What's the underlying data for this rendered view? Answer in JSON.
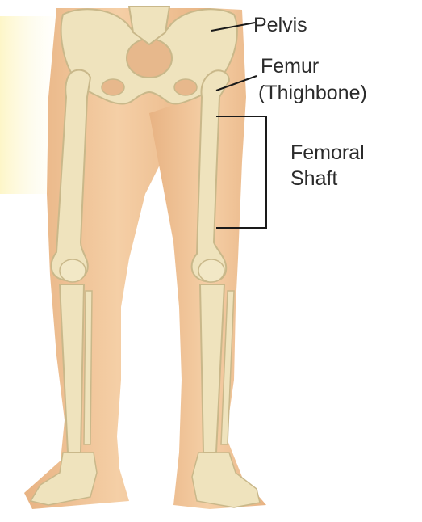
{
  "labels": {
    "pelvis": "Pelvis",
    "femur_line1": "Femur",
    "femur_line2": "(Thighbone)",
    "shaft_line1": "Femoral",
    "shaft_line2": "Shaft"
  },
  "colors": {
    "skin": "#f2c79a",
    "skin_shadow": "#e4ad7c",
    "bone": "#efe3bd",
    "bone_outline": "#c9b88a",
    "background_glow": "#fdf6c8",
    "leader_line": "#1a1a1a"
  }
}
